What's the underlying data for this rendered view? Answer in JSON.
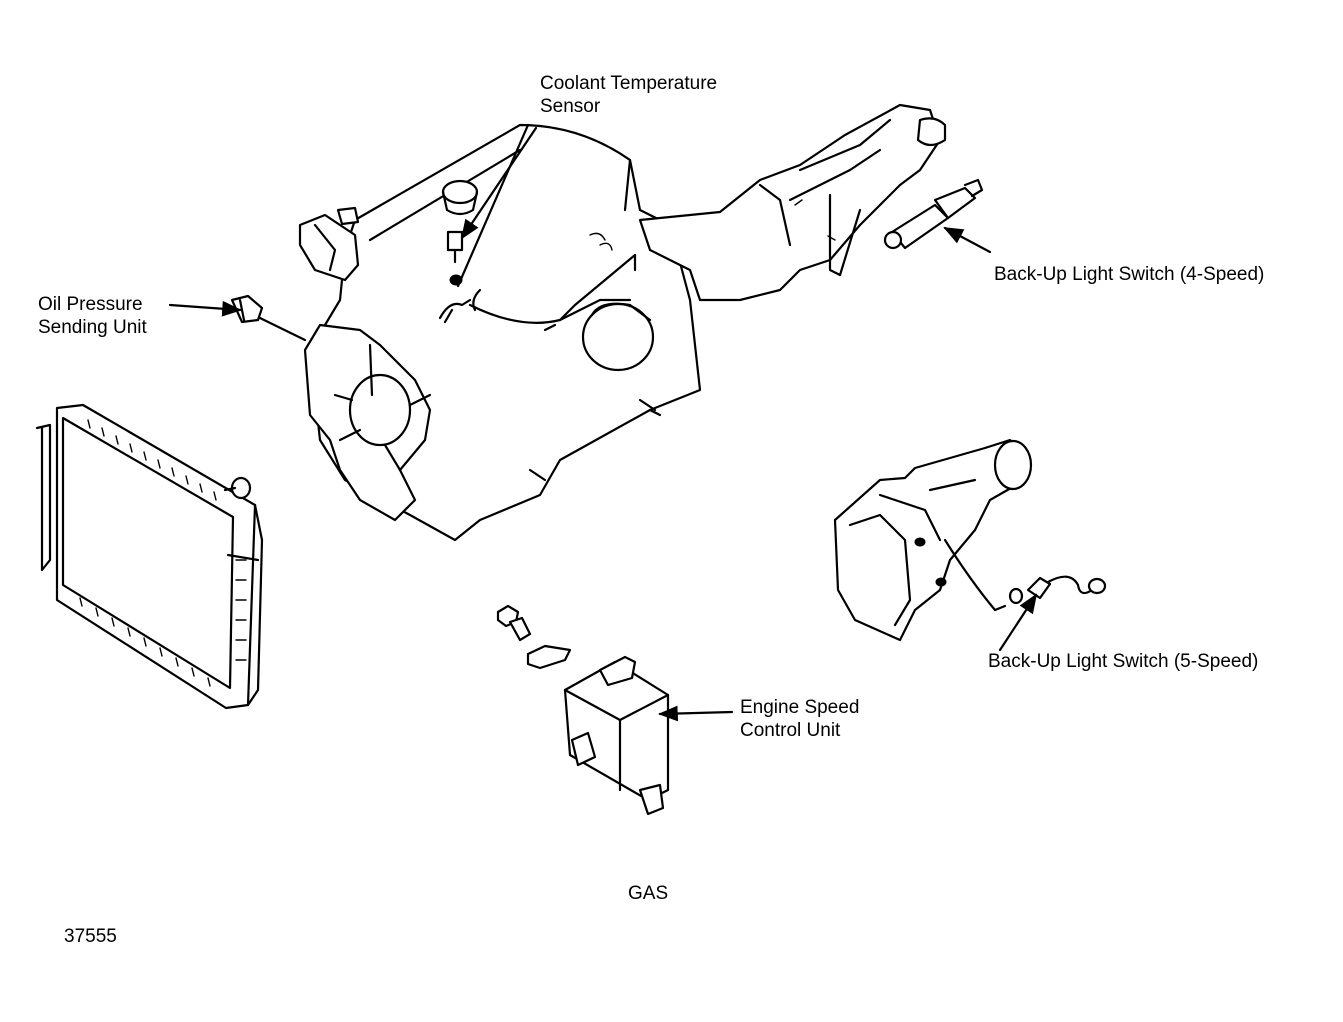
{
  "labels": {
    "coolant_temp_sensor": "Coolant Temperature\nSensor",
    "oil_pressure_unit": "Oil Pressure\nSending Unit",
    "backup_switch_4": "Back-Up Light Switch (4-Speed)",
    "backup_switch_5": "Back-Up Light Switch (5-Speed)",
    "engine_speed_unit": "Engine Speed\nControl Unit",
    "variant": "GAS",
    "figure_number": "37555"
  }
}
